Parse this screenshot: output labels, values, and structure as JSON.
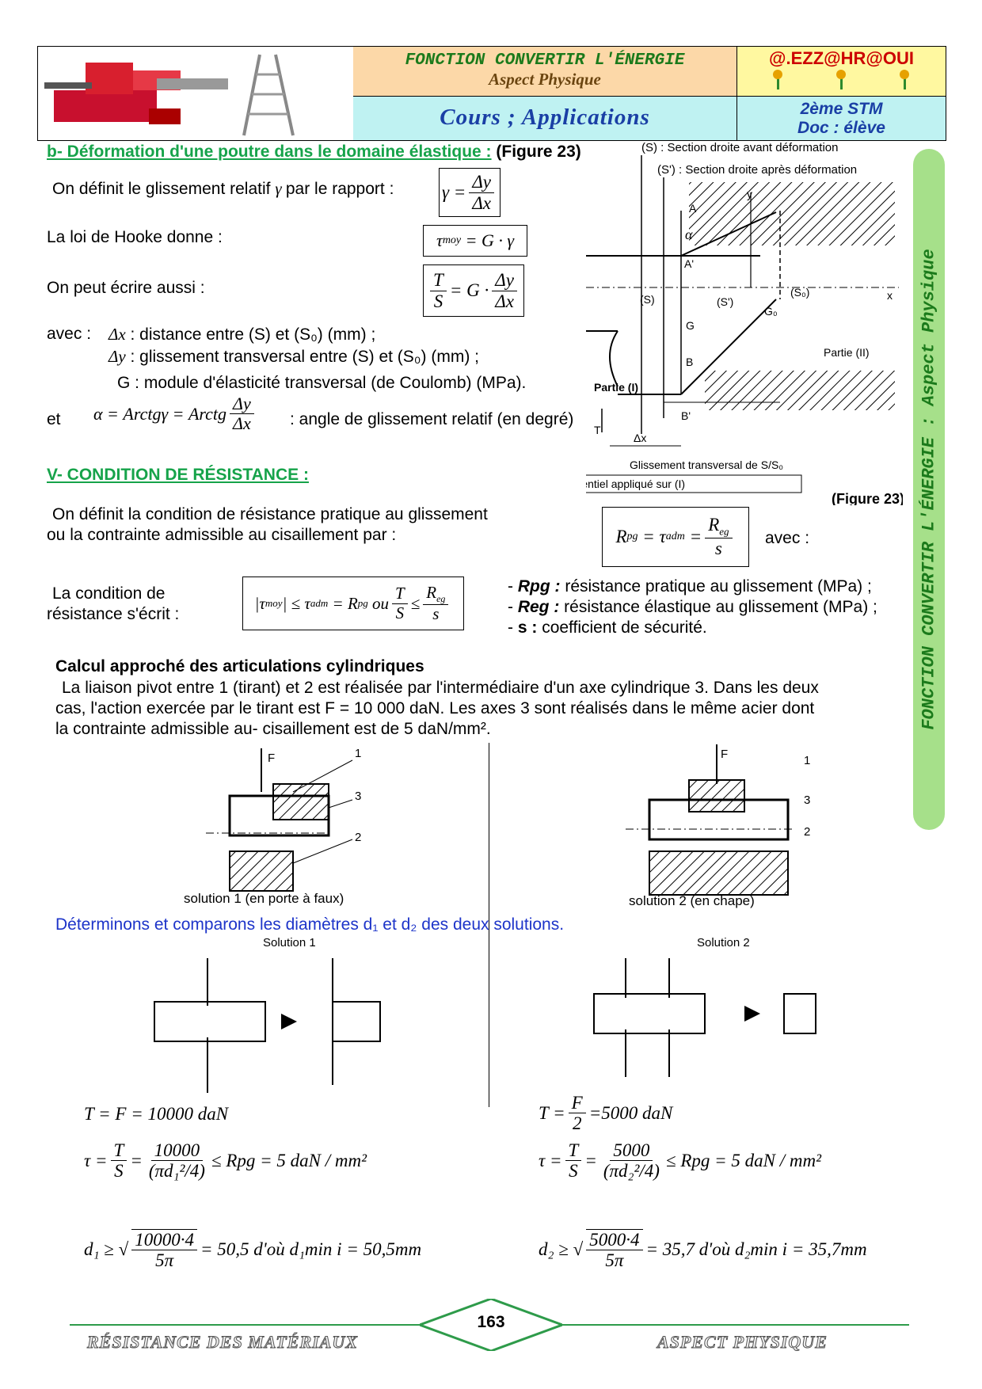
{
  "header": {
    "title": "FONCTION CONVERTIR L'ÉNERGIE",
    "subtitle": "Aspect Physique",
    "cours": "Cours ;  Applications",
    "author": "@.EZZ@HR@OUI",
    "level": "2ème STM",
    "doc": "Doc : élève"
  },
  "sidebar": {
    "text": "FONCTION  CONVERTIR  L'ÉNERGIE  :  Aspect Physique"
  },
  "section_b": {
    "heading": "b- Déformation d'une poutre dans le domaine élastique :",
    "fig_ref": "(Figure 23)",
    "line1": "On définit le glissement relatif",
    "line1b": "par le rapport :",
    "hooke": "La loi de Hooke donne :",
    "aussi": "On peut écrire aussi :",
    "avec": "avec :",
    "dx_text": ": distance entre (S) et (S₀) (mm) ;",
    "dy_text": ": glissement transversal entre (S) et (S₀) (mm) ;",
    "g_text": "G : module d'élasticité transversal (de Coulomb) (MPa).",
    "et": "et",
    "alpha_text": ": angle de glissement relatif (en degré)"
  },
  "figure23": {
    "s_label": "(S) : Section droite avant déformation",
    "s2_label": "(S') : Section droite après déformation",
    "partie1": "Partie (I)",
    "partie2": "Partie (II)",
    "glissement": "Glissement transversal de S/S₀",
    "effort": "Effort tangentiel appliqué sur (I)",
    "caption": "(Figure 23)"
  },
  "section_v": {
    "heading": "V- CONDITION DE RÉSISTANCE :",
    "def1": "On définit la condition de résistance pratique au glissement",
    "def2": "ou la contrainte admissible au cisaillement par :",
    "avec": "avec :",
    "cond1": "La condition de",
    "cond2": "résistance s'écrit :",
    "rpg": "Rpg :",
    "rpg_t": "résistance pratique au glissement (MPa) ;",
    "reg": "Reg :",
    "reg_t": "résistance élastique au glissement (MPa) ;",
    "s": "s :",
    "s_t": "coefficient de sécurité."
  },
  "calcul": {
    "heading": "Calcul approché des articulations cylindriques",
    "p1": "La liaison pivot entre 1 (tirant) et 2 est réalisée par l'intermédiaire d'un axe cylindrique 3. Dans les deux",
    "p2": "cas, l'action exercée par le tirant est F = 10 000 daN. Les axes 3 sont réalisés dans le même acier dont",
    "p3": "la contrainte admissible au- cisaillement est de 5 daN/mm².",
    "sol1": "solution 1 (en porte à faux)",
    "sol2": "solution 2 (en    chape)",
    "determinons": "Déterminons et comparons les diamètres d₁ et d₂ des deux solutions.",
    "solution1": "Solution 1",
    "solution2": "Solution 2",
    "t1": "T = F = 10000 daN",
    "t2": "5000 daN",
    "tau1": "≤ Rpg = 5 daN / mm²",
    "res1": "= 50,5   d'où  d₁min i = 50,5mm",
    "res2": "= 35,7   d'où  d₂min i = 35,7mm"
  },
  "footer": {
    "left": "RÉSISTANCE DES MATÉRIAUX",
    "page": "163",
    "right": "ASPECT PHYSIQUE"
  }
}
